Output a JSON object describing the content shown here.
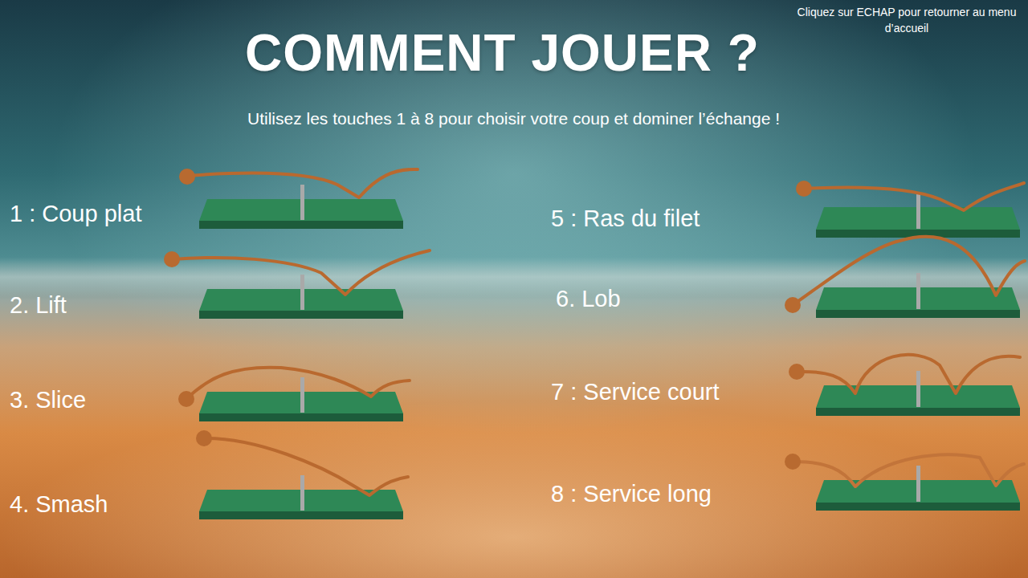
{
  "diagram": {
    "title": "COMMENT JOUER ?",
    "labels": [
      "Cliquez sur ECHAP pour retourner au menu d’accueil",
      "Utilisez les touches 1 à 8 pour choisir votre coup et dominer l’échange !",
      "1 : Coup plat",
      "2. Lift",
      "3. Slice",
      "4. Smash",
      "5 : Ras du filet",
      "6. Lob",
      "7 : Service court",
      "8 : Service long"
    ]
  }
}
